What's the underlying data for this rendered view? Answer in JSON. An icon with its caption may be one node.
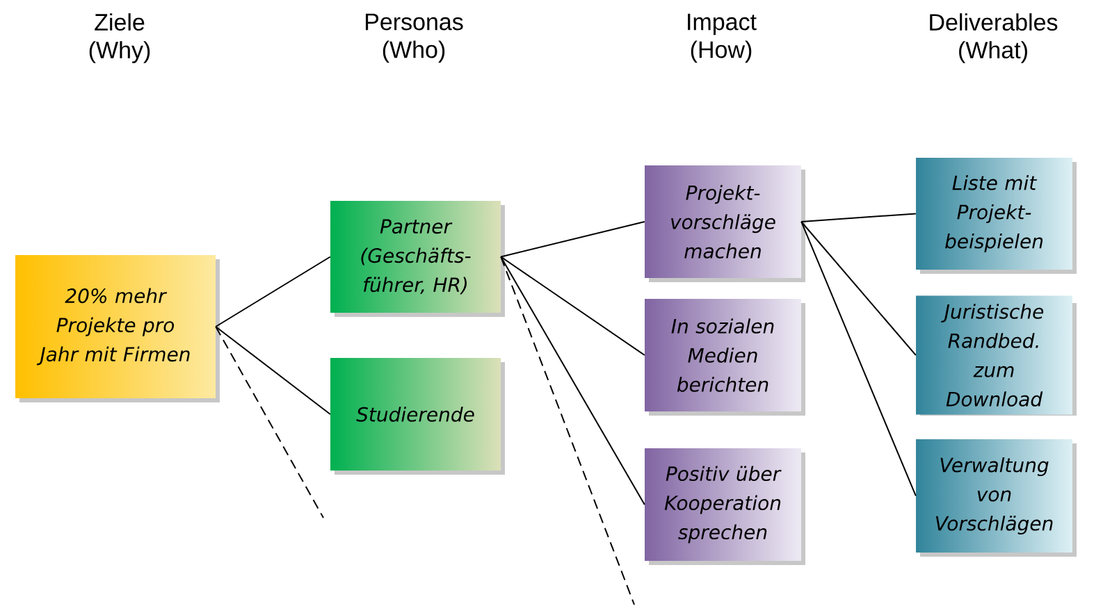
{
  "diagram": {
    "nodes": [
      {
        "text": [
          "20% mehr Projekte pro Jahr mit Firmen"
        ]
      },
      {
        "text": [
          "Partner (Geschäfts-führer, HR)"
        ]
      },
      {
        "text": [
          "Studierende"
        ]
      },
      {
        "text": [
          "Projekt-vorschläge machen"
        ]
      },
      {
        "text": [
          "In sozialen Medien berichten"
        ]
      },
      {
        "text": [
          "Positiv über Kooperation sprechen"
        ]
      },
      {
        "text": [
          "Liste mit Projekt-beispielen"
        ]
      },
      {
        "text": [
          "Juristische Randbed. zum Download"
        ]
      },
      {
        "text": [
          "Verwaltung von Vorschlägen"
        ]
      }
    ],
    "edges": [
      {
        "from": 0,
        "to": 1,
        "arrow": "none"
      },
      {
        "from": 0,
        "to": 2,
        "arrow": "none"
      },
      {
        "from": 0,
        "to": null,
        "arrow": "none",
        "style": "dashed"
      },
      {
        "from": 1,
        "to": 3,
        "arrow": "none"
      },
      {
        "from": 1,
        "to": 4,
        "arrow": "none"
      },
      {
        "from": 1,
        "to": 5,
        "arrow": "none"
      },
      {
        "from": 1,
        "to": null,
        "arrow": "none",
        "style": "dashed"
      },
      {
        "from": 3,
        "to": 6,
        "arrow": "none"
      },
      {
        "from": 3,
        "to": 7,
        "arrow": "none"
      },
      {
        "from": 3,
        "to": 8,
        "arrow": "none"
      }
    ],
    "labels": [
      "Ziele (Why)",
      "Personas (Who)",
      "Impact (How)",
      "Deliverables (What)"
    ]
  }
}
